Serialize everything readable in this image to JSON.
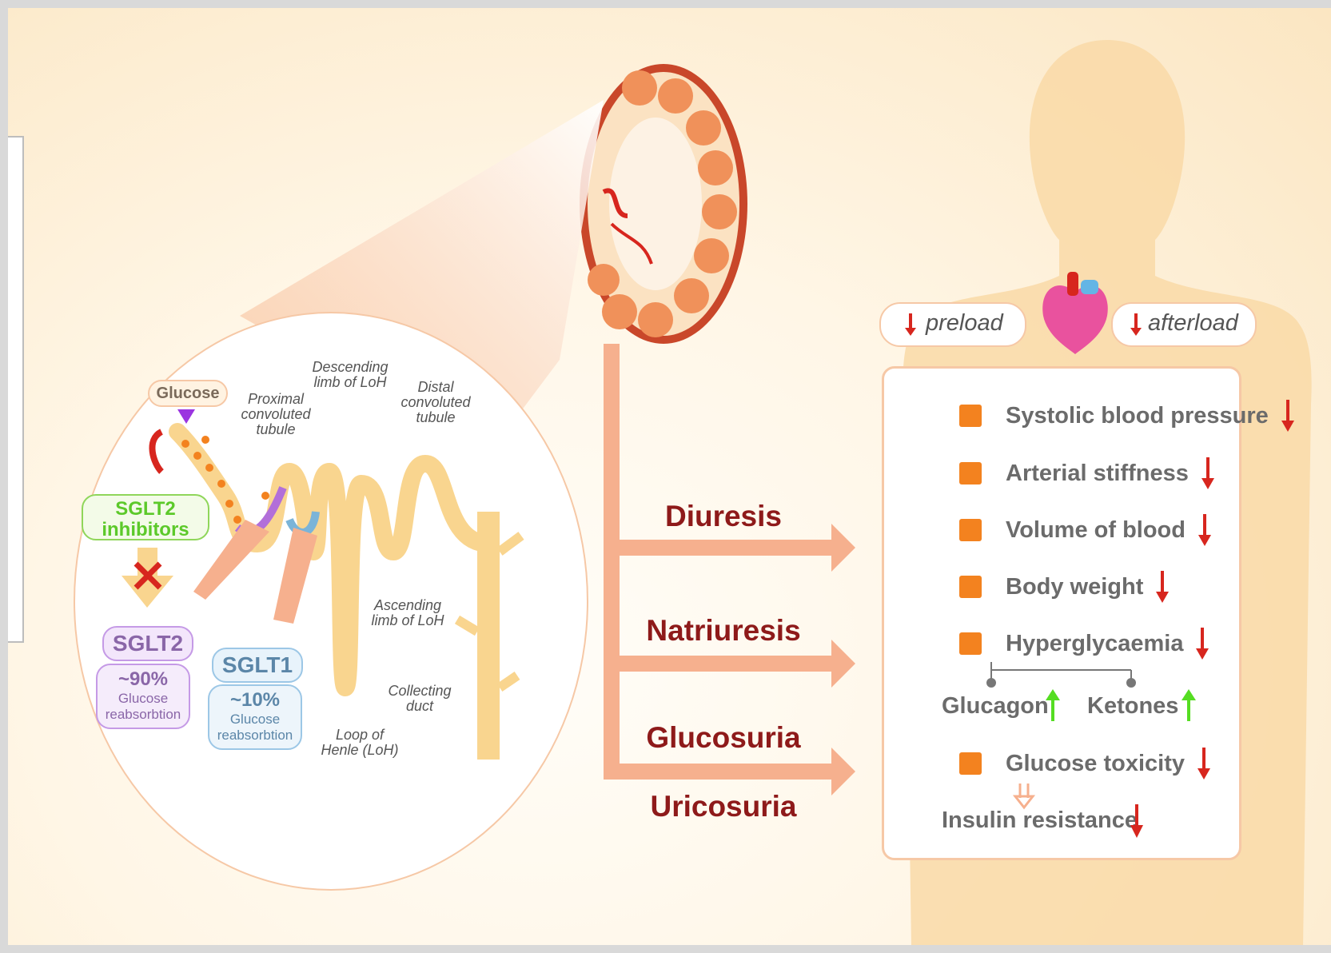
{
  "title": "",
  "colors": {
    "accent_red": "#d7261e",
    "dark_red": "#8e1a1a",
    "orange_square": "#f3821f",
    "green_up": "#55dd22",
    "salmon": "#f6b08e",
    "sglt2_purple": "#b26fd9",
    "sglt1_blue": "#7bb4d8",
    "inhibitor_green": "#5cc92a"
  },
  "tubule_labels": {
    "glucose": "Glucose",
    "pct": "Proximal convoluted tubule",
    "descending": "Descending limb of LoH",
    "distal": "Distal convoluted tubule",
    "ascending": "Ascending limb of LoH",
    "collecting": "Collecting duct",
    "loop": "Loop of Henle (LoH)"
  },
  "inhibitors": {
    "line1": "SGLT2",
    "line2": "inhibitors"
  },
  "sglt2": {
    "name": "SGLT2",
    "pct": "~90%",
    "desc1": "Glucose",
    "desc2": "reabsorbtion"
  },
  "sglt1": {
    "name": "SGLT1",
    "pct": "~10%",
    "desc1": "Glucose",
    "desc2": "reabsorbtion"
  },
  "processes": [
    "Diuresis",
    "Natriuresis",
    "Glucosuria",
    "Uricosuria"
  ],
  "load": {
    "preload": "preload",
    "afterload": "afterload"
  },
  "effects": [
    {
      "label": "Systolic blood pressure",
      "direction": "down"
    },
    {
      "label": "Arterial stiffness",
      "direction": "down"
    },
    {
      "label": "Volume of blood",
      "direction": "down"
    },
    {
      "label": "Body weight",
      "direction": "down"
    },
    {
      "label": "Hyperglycaemia",
      "direction": "down"
    }
  ],
  "sub_effects": [
    {
      "label": "Glucagon",
      "direction": "up"
    },
    {
      "label": "Ketones",
      "direction": "up"
    }
  ],
  "toxicity": {
    "label": "Glucose toxicity",
    "direction": "down"
  },
  "insulin": {
    "label": "Insulin resistance",
    "direction": "down"
  }
}
